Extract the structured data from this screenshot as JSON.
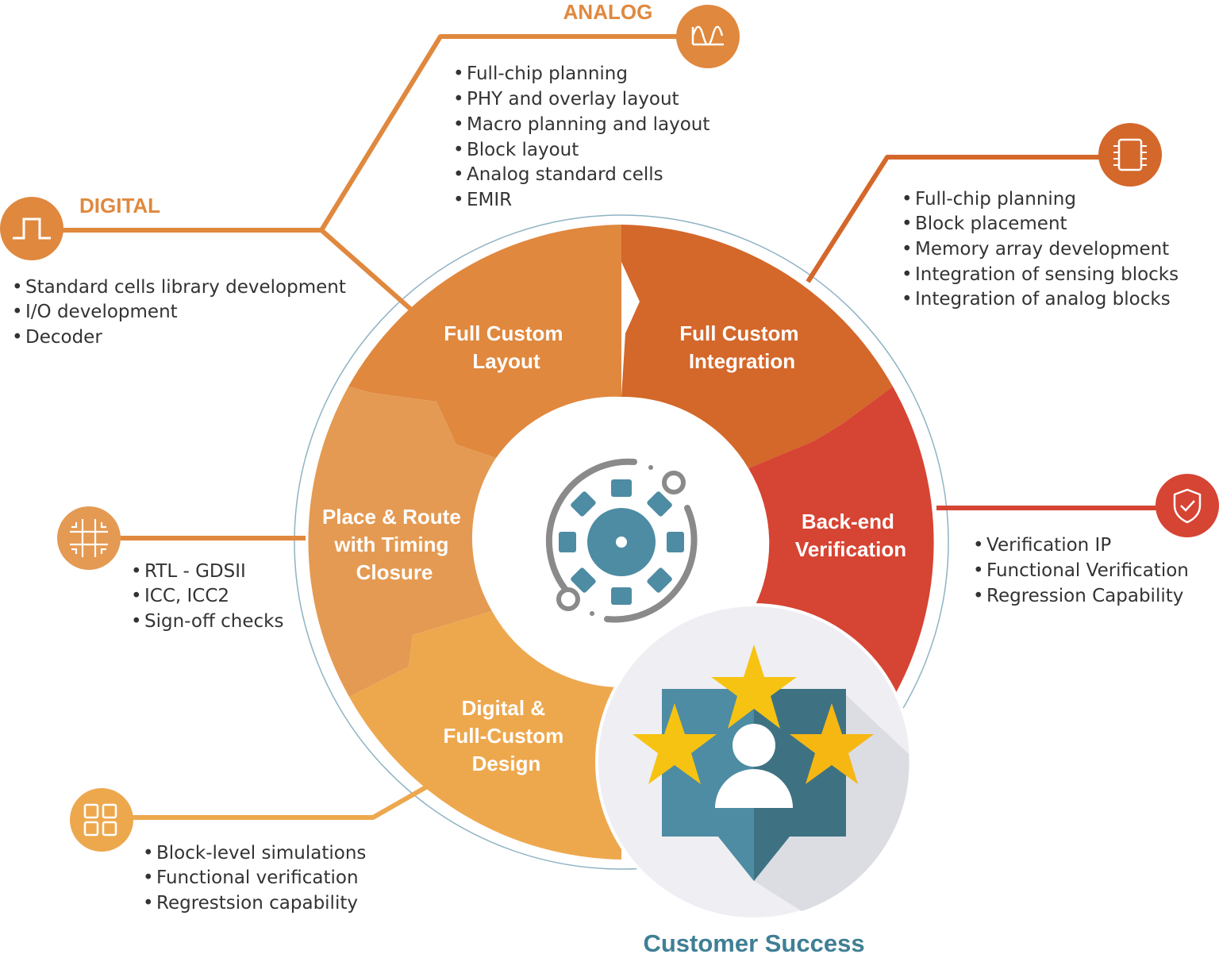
{
  "colors": {
    "orange": "#e0883e",
    "dark_orange": "#d4672a",
    "red": "#d64433",
    "light_orange": "#e49a52",
    "yellow_orange": "#eda84e",
    "teal": "#4e8ca3",
    "teal_text": "#3f7f95",
    "gray": "#8a8a8a",
    "star": "#f6b713"
  },
  "categories": {
    "analog": {
      "title": "ANALOG",
      "icon": "waveform-icon",
      "items": [
        "Full-chip planning",
        "PHY and overlay layout",
        "Macro planning and layout",
        "Block layout",
        "Analog standard cells",
        "EMIR"
      ]
    },
    "digital": {
      "title": "DIGITAL",
      "icon": "square-wave-icon",
      "items": [
        "Standard cells library development",
        "I/O development",
        "Decoder"
      ]
    },
    "integration": {
      "icon": "chip-icon",
      "items": [
        "Full-chip planning",
        "Block placement",
        "Memory array development",
        "Integration of sensing blocks",
        "Integration of analog blocks"
      ]
    },
    "verification": {
      "icon": "shield-check-icon",
      "items": [
        "Verification IP",
        "Functional Verification",
        "Regression Capability"
      ]
    },
    "pnr": {
      "icon": "circuit-icon",
      "items": [
        "RTL - GDSII",
        "ICC, ICC2",
        "Sign-off checks"
      ]
    },
    "design": {
      "icon": "grid-icon",
      "items": [
        "Block-level simulations",
        "Functional verification",
        "Regrestsion capability"
      ]
    }
  },
  "segments": {
    "layout": [
      "Full Custom",
      "Layout"
    ],
    "integration": [
      "Full Custom",
      "Integration"
    ],
    "verification": [
      "Back-end",
      "Verification"
    ],
    "pnr": [
      "Place & Route",
      "with Timing",
      "Closure"
    ],
    "design": [
      "Digital &",
      "Full-Custom",
      "Design"
    ]
  },
  "center": {
    "icon": "gear-cycle-icon"
  },
  "customer_success": {
    "label": "Customer Success",
    "icon": "user-stars-icon"
  }
}
